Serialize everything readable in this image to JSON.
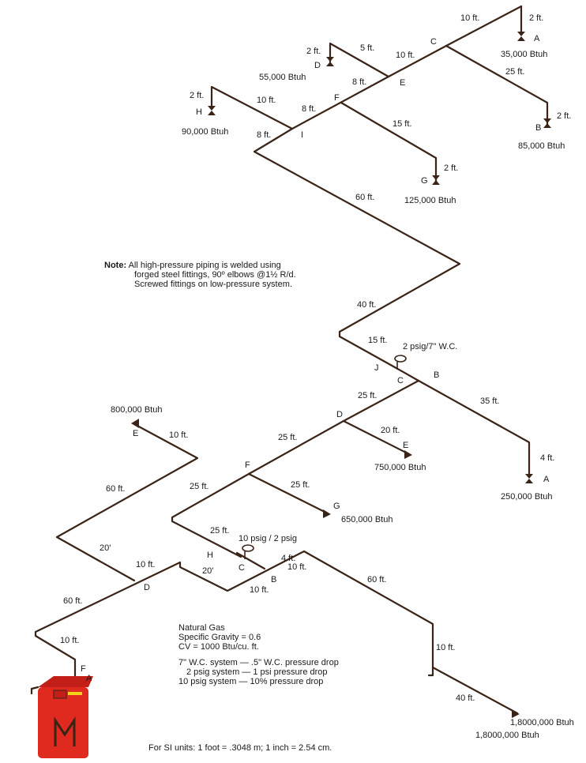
{
  "labels": {
    "p1": "10 ft.",
    "p2": "2 ft.",
    "p3": "A",
    "p4": "35,000 Btuh",
    "p5": "C",
    "p6": "5 ft.",
    "p7": "2 ft.",
    "p8": "D",
    "p9": "10 ft.",
    "p10": "55,000 Btuh",
    "p11": "8 ft.",
    "p12": "E",
    "p13": "25 ft.",
    "p14": "2 ft.",
    "p15": "H",
    "p16": "10 ft.",
    "p17": "8 ft.",
    "p18": "F",
    "p19": "2 ft.",
    "p20": "B",
    "p21": "85,000 Btuh",
    "p22": "15 ft.",
    "p23": "90,000 Btuh",
    "p24": "8 ft.",
    "p25": "I",
    "p26": "2 ft.",
    "p27": "G",
    "p28": "125,000 Btuh",
    "p29": "60 ft.",
    "p30": "40 ft.",
    "p31": "15 ft.",
    "p32": "2 psig/7\" W.C.",
    "p33": "J",
    "p34": "B",
    "p35": "C",
    "p36": "25 ft.",
    "p37": "35 ft.",
    "p38": "800,000 Btuh",
    "p39": "D",
    "p40": "E",
    "p41": "10 ft.",
    "p42": "20 ft.",
    "p43": "25 ft.",
    "p44": "E",
    "p45": "750,000 Btuh",
    "p46": "4 ft.",
    "p47": "F",
    "p48": "A",
    "p49": "25 ft.",
    "p50": "25 ft.",
    "p51": "250,000 Btuh",
    "p52": "60 ft.",
    "p53": "G",
    "p54": "650,000 Btuh",
    "p55": "25 ft.",
    "p56": "10 psig / 2 psig",
    "p57": "H",
    "p58": "4 ft.",
    "p59": "20'",
    "p60": "10 ft.",
    "p61": "C",
    "p62": "20'",
    "p63": "10 ft.",
    "p64": "B",
    "p65": "60 ft.",
    "p66": "D",
    "p67": "10 ft.",
    "p68": "60 ft.",
    "p69": "10 ft.",
    "p70": "10 ft.",
    "p71": "F",
    "p72": "40 ft.",
    "p73": "A",
    "p74": "1,8000,000 Btuh"
  },
  "note": {
    "label": "Note:",
    "line1": "All high-pressure piping is welded using",
    "line2": "forged steel fittings, 90º elbows @1½ R/d.",
    "line3": "Screwed fittings on low-pressure system."
  },
  "specs": {
    "line1": "Natural Gas",
    "line2": "Specific Gravity = 0.6",
    "line3": "CV = 1000 Btu/cu. ft.",
    "line4": "7\" W.C. system — .5\" W.C. pressure drop",
    "line5": "2 psig system — 1 psi pressure drop",
    "line6": "10 psig system — 10% pressure drop"
  },
  "footer": "For SI units: 1 foot = .3048 m; 1 inch = 2.54 cm.",
  "colors": {
    "pipe": "#3a2418",
    "tank": "#e02a20",
    "tank_mark": "#f2d21a"
  }
}
